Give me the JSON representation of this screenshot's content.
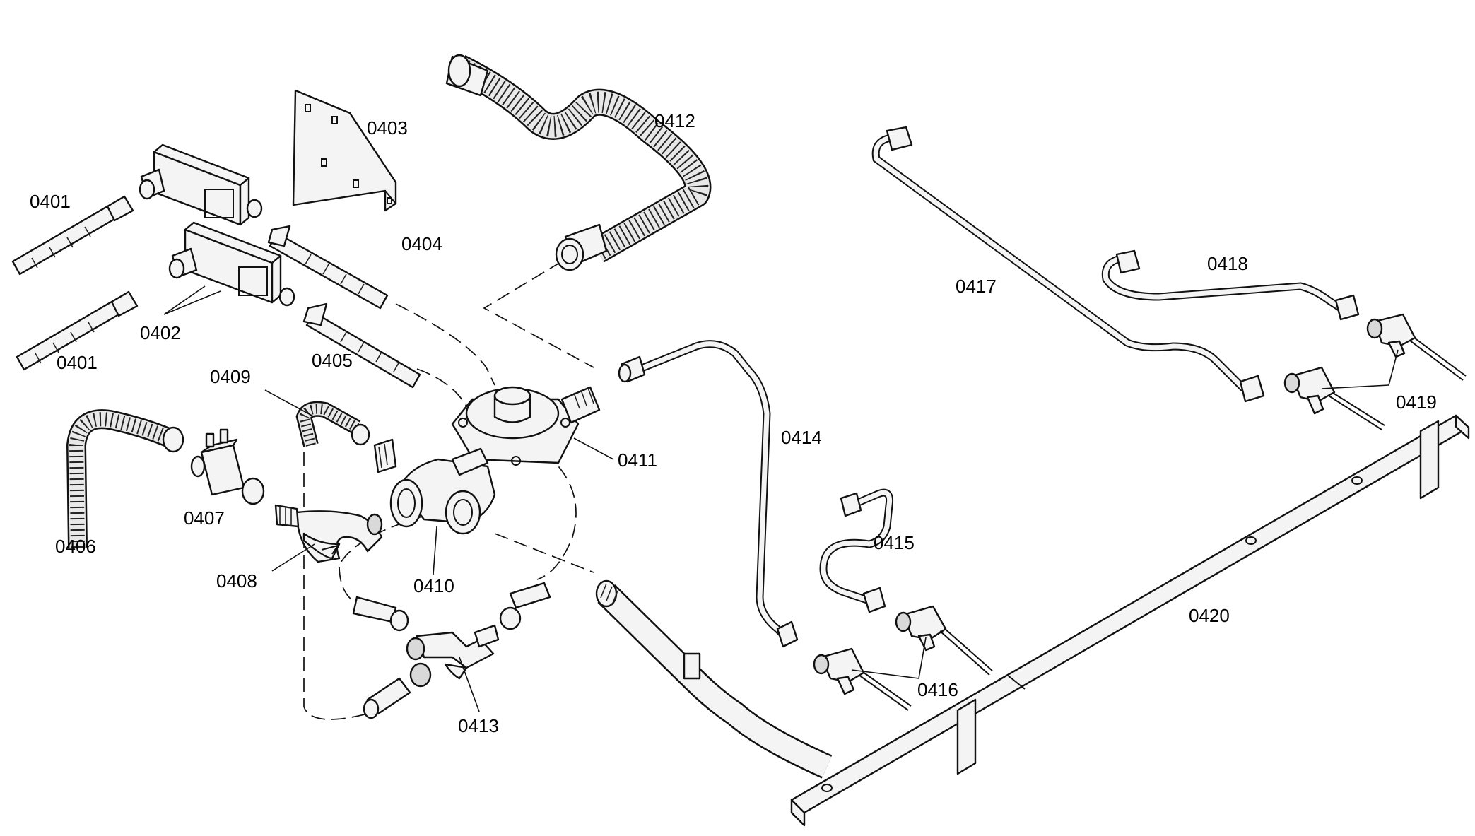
{
  "labels": {
    "p0401a": "0401",
    "p0401b": "0401",
    "p0402": "0402",
    "p0403": "0403",
    "p0404": "0404",
    "p0405": "0405",
    "p0406": "0406",
    "p0407": "0407",
    "p0408": "0408",
    "p0409": "0409",
    "p0410": "0410",
    "p0411": "0411",
    "p0412": "0412",
    "p0413": "0413",
    "p0414": "0414",
    "p0415": "0415",
    "p0416": "0416",
    "p0417": "0417",
    "p0418": "0418",
    "p0419": "0419",
    "p0420": "0420"
  }
}
